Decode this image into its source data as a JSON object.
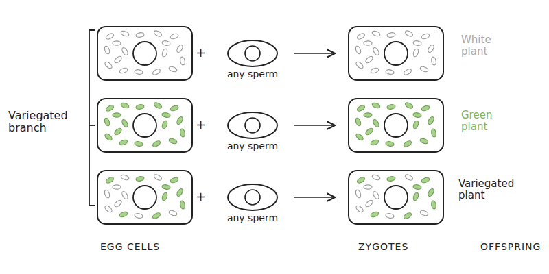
{
  "diagram": {
    "nodes": [
      {
        "text": [
          "any sperm"
        ]
      },
      {
        "text": [
          "any sperm"
        ]
      },
      {
        "text": [
          "any sperm"
        ]
      }
    ],
    "labels": [
      "Variegated branch",
      "+",
      "+",
      "+",
      "White plant",
      "Green plant",
      "Variegated plant",
      "EGG CELLS",
      "ZYGOTES",
      "OFFSPRING"
    ]
  }
}
